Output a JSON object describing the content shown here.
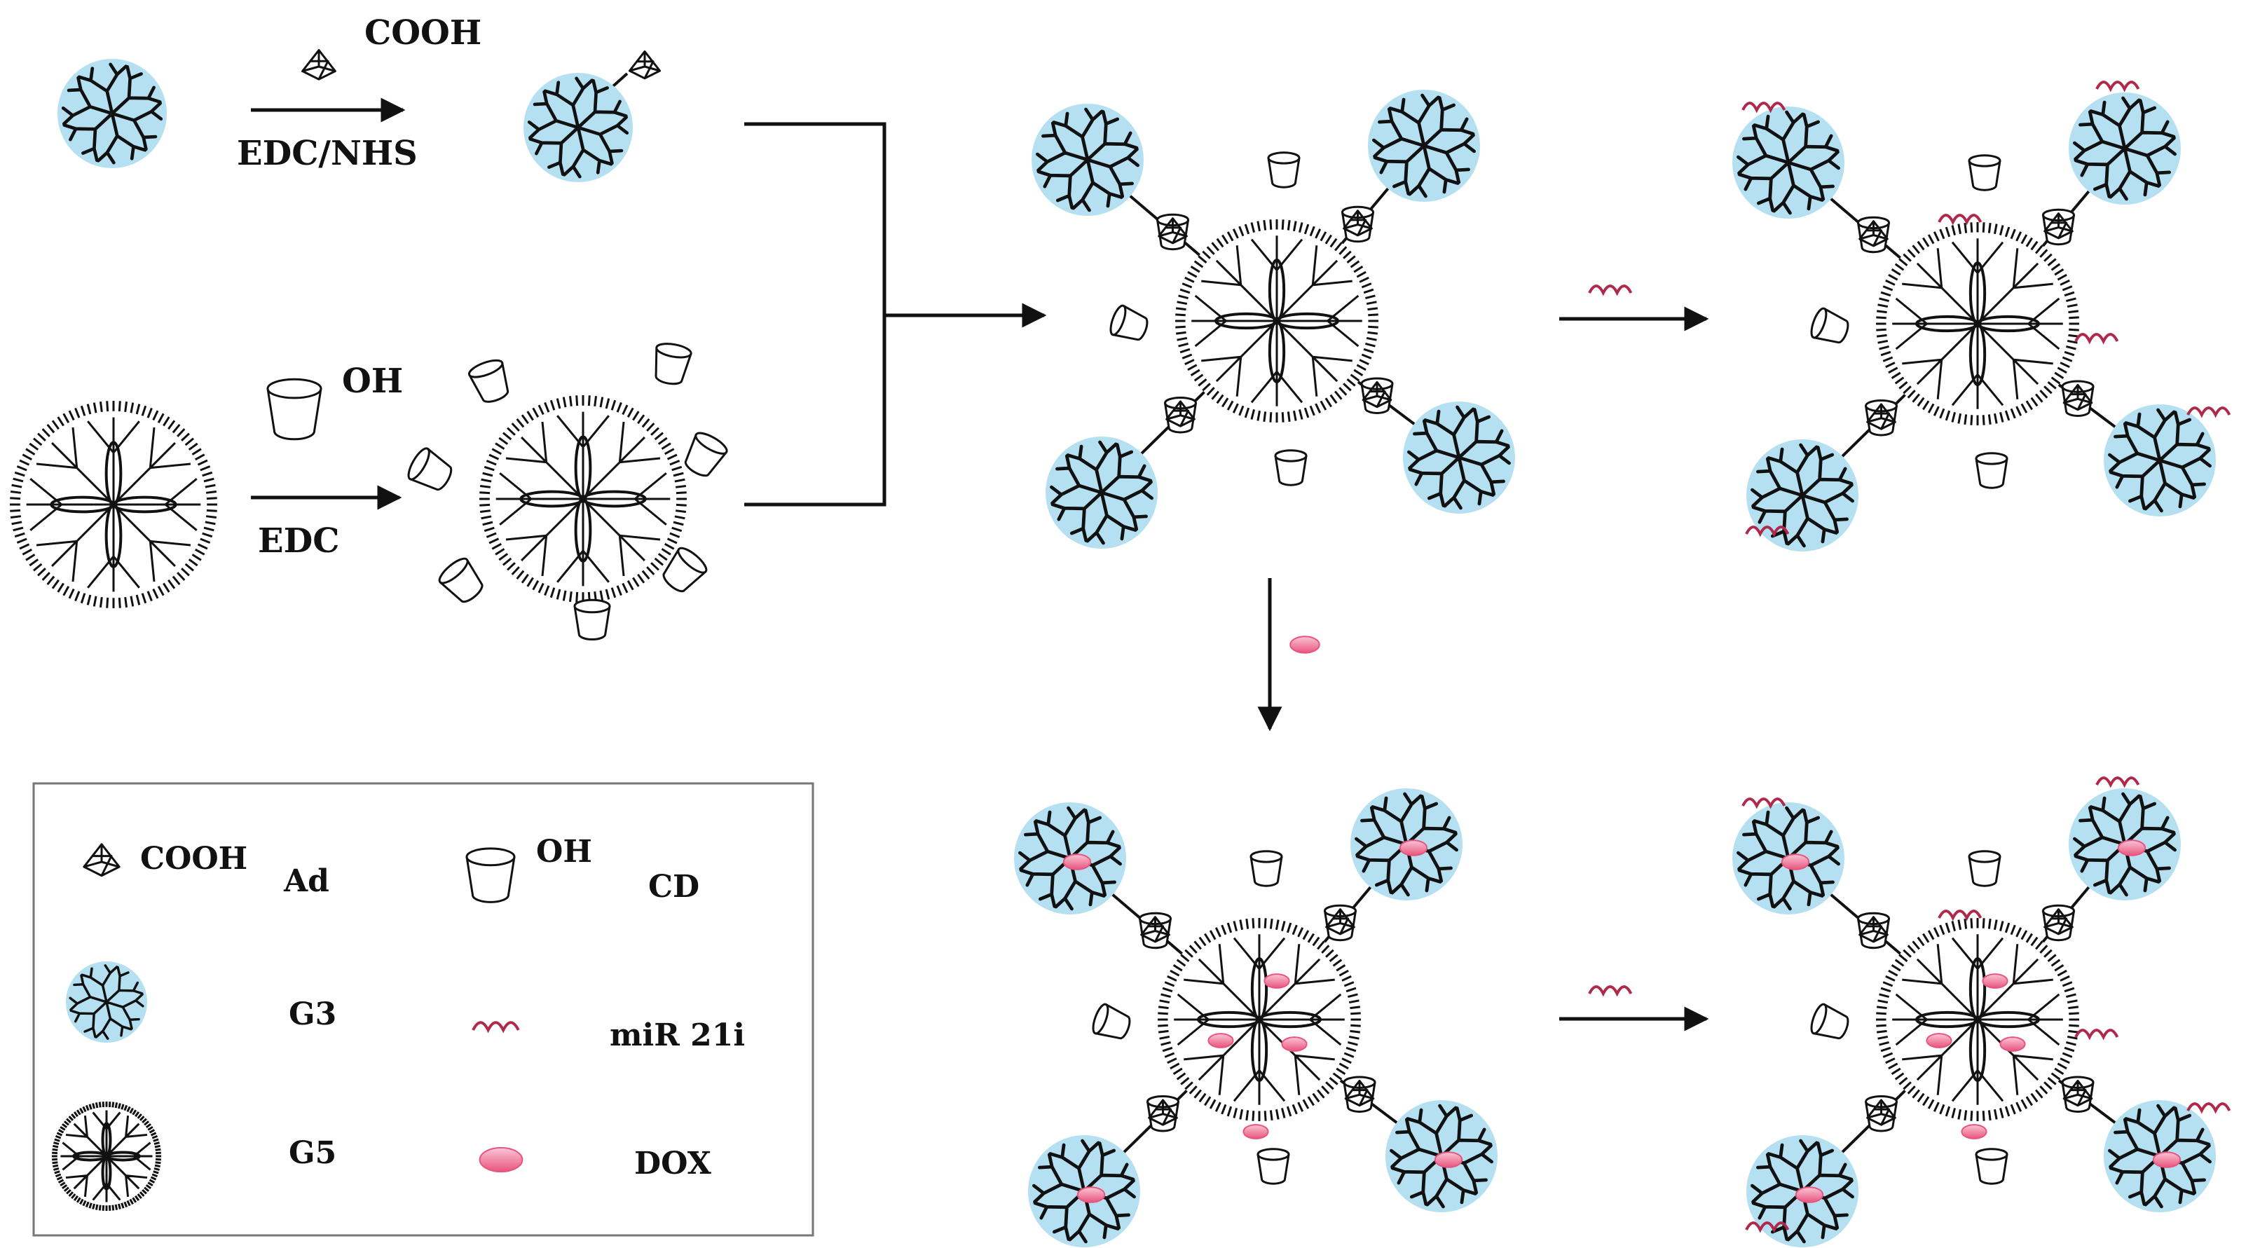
{
  "reactions": {
    "step1_reagent_label": "COOH",
    "step1_condition": "EDC/NHS",
    "step2_reagent_label": "OH",
    "step2_condition": "EDC"
  },
  "legend": {
    "ad_group": "COOH",
    "ad_name": "Ad",
    "cd_group": "OH",
    "cd_name": "CD",
    "g3_name": "G3",
    "mir_name": "miR 21i",
    "g5_name": "G5",
    "dox_name": "DOX"
  },
  "colors": {
    "g3_fill": "#b5e0f1",
    "dendrimer_stroke": "#111111",
    "mir_color": "#b0294a",
    "dox_fill": "#e8547f",
    "dox_highlight": "#fbc6d6"
  }
}
